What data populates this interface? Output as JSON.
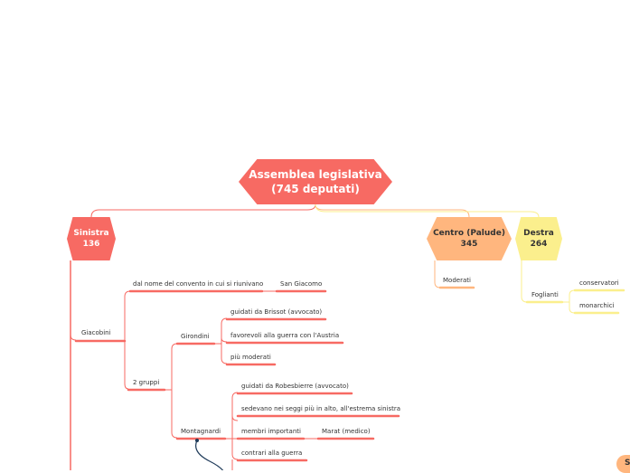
{
  "root": {
    "label": "Assemblea legislativa\n(745 deputati)"
  },
  "groups": {
    "sinistra": {
      "label": "Sinistra\n136"
    },
    "centro": {
      "label": "Centro (Palude)\n345"
    },
    "destra": {
      "label": "Destra\n264"
    }
  },
  "nodes": {
    "giacobini": "Giacobini",
    "convento": "dal nome del convento in cui si riunivano",
    "san_giacomo": "San Giacomo",
    "due_gruppi": "2 gruppi",
    "girondini": "Girondini",
    "guidati_brissot": "guidati da Brissot (avvocato)",
    "favorevoli_guerra": "favorevoli alla guerra con l'Austria",
    "piu_moderati": "più moderati",
    "montagnardi": "Montagnardi",
    "guidati_robespierre": "guidati da Robesbierre (avvocato)",
    "sedevano": "sedevano nei seggi più in alto, all'estrema sinistra",
    "membri_importanti": "membri importanti",
    "marat": "Marat (medico)",
    "contrari_guerra": "contrari alla guerra",
    "moderati": "Moderati",
    "foglianti": "Foglianti",
    "conservatori": "conservatori",
    "monarchici": "monarchici",
    "edge_partial": "S"
  },
  "colors": {
    "red": "#f76a63",
    "orange": "#ffb67e",
    "yellow": "#fbef8d",
    "connector_dark": "#1f3b5a"
  }
}
